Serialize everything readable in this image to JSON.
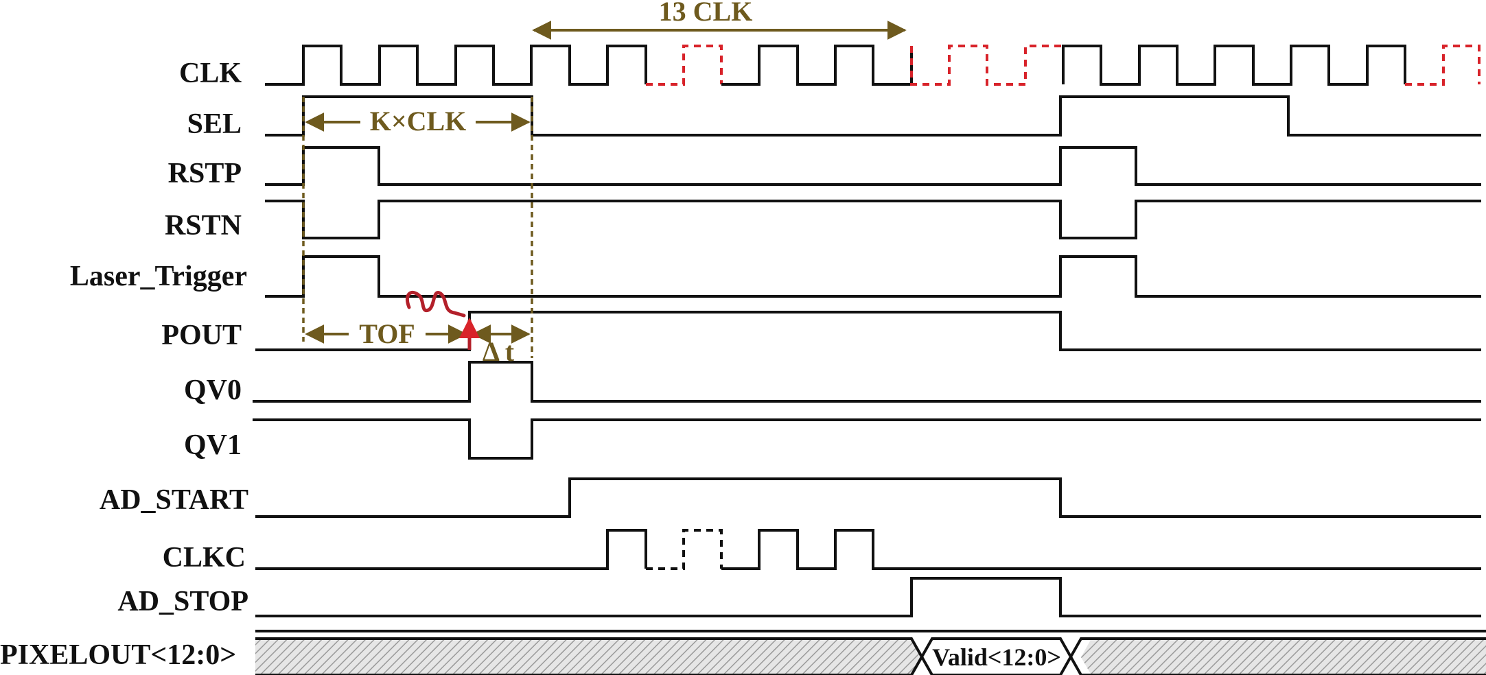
{
  "signals": {
    "clk": "CLK",
    "sel": "SEL",
    "rstp": "RSTP",
    "rstn": "RSTN",
    "laser_trigger": "Laser_Trigger",
    "pout": "POUT",
    "qv0": "QV0",
    "qv1": "QV1",
    "ad_start": "AD_START",
    "clkc": "CLKC",
    "ad_stop": "AD_STOP",
    "pixelout": "PIXELOUT<12:0>"
  },
  "annotations": {
    "clk_span": "13 CLK",
    "k_clk": "K×CLK",
    "tof": "TOF",
    "delta_t": "Δ t",
    "valid": "Valid<12:0>"
  },
  "colors": {
    "wave": "#111111",
    "annotation": "#6e5a1e",
    "highlight": "#d8232a",
    "hatch": "#9a9a9a"
  }
}
